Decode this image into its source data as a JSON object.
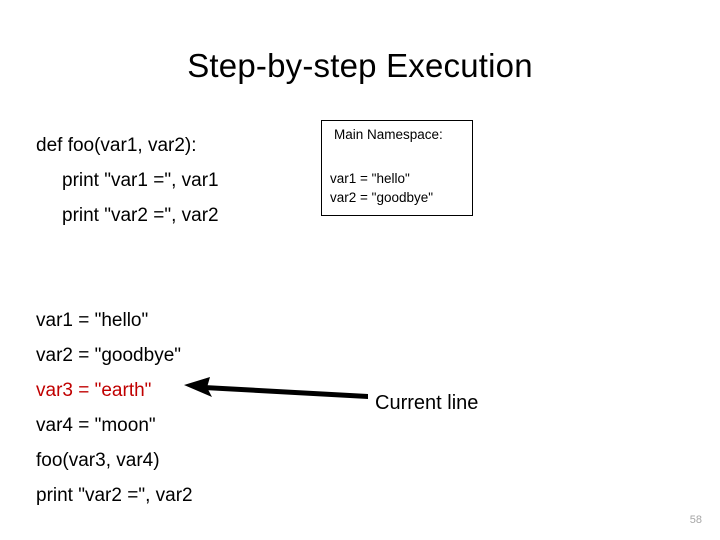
{
  "slide": {
    "title": "Step-by-step Execution",
    "page_number": "58",
    "colors": {
      "background": "#ffffff",
      "text": "#000000",
      "highlight": "#C00000",
      "page_number": "#a6a6a6",
      "box_border": "#000000"
    }
  },
  "function_block": {
    "lines": [
      {
        "text": "def foo(var1, var2):",
        "indent": 0,
        "highlight": false
      },
      {
        "text": "print \"var1 =\", var1",
        "indent": 1,
        "highlight": false
      },
      {
        "text": "print \"var2 =\", var2",
        "indent": 1,
        "highlight": false
      }
    ]
  },
  "namespace_box": {
    "title": "Main Namespace:",
    "variables": [
      "var1 = \"hello\"",
      "var2 = \"goodbye\""
    ]
  },
  "main_block": {
    "lines": [
      {
        "text": "var1 = \"hello\"",
        "indent": 0,
        "highlight": false
      },
      {
        "text": "var2 = \"goodbye\"",
        "indent": 0,
        "highlight": false
      },
      {
        "text": "var3 = \"earth\"",
        "indent": 0,
        "highlight": true
      },
      {
        "text": "var4 = \"moon\"",
        "indent": 0,
        "highlight": false
      },
      {
        "text": "foo(var3, var4)",
        "indent": 0,
        "highlight": false
      },
      {
        "text": "print \"var2 =\", var2",
        "indent": 0,
        "highlight": false
      }
    ]
  },
  "callout": {
    "label": "Current line",
    "arrow_icon": "arrow-left-icon"
  }
}
